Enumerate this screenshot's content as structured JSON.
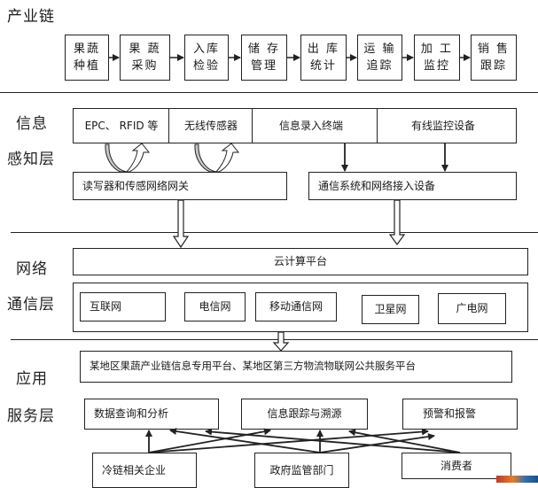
{
  "title": "产业链",
  "industry_chain": [
    {
      "line1": "果蔬",
      "line2": "种植"
    },
    {
      "line1": "果 蔬",
      "line2": "采购"
    },
    {
      "line1": "入库",
      "line2": "检验"
    },
    {
      "line1": "储 存",
      "line2": "管理"
    },
    {
      "line1": "出 库",
      "line2": "统计"
    },
    {
      "line1": "运 输",
      "line2": "追踪"
    },
    {
      "line1": "加 工",
      "line2": "监控"
    },
    {
      "line1": "销 售",
      "line2": "跟踪"
    }
  ],
  "perception_layer": {
    "label_line1": "信息",
    "label_line2": "感知层",
    "devices": [
      "EPC、 RFID 等",
      "无线传感器",
      "信息录入终端",
      "有线监控设备"
    ],
    "gateway": "读写器和传感网络网关",
    "access": "通信系统和网络接入设备"
  },
  "network_layer": {
    "label_line1": "网络",
    "label_line2": "通信层",
    "cloud": "云计算平台",
    "networks": [
      "互联网",
      "电信网",
      "移动通信网",
      "卫星网",
      "广电网"
    ]
  },
  "application_layer": {
    "label_line1": "应用",
    "label_line2": "服务层",
    "platform": "某地区果蔬产业链信息专用平台、某地区第三方物流物联网公共服务平台",
    "services": [
      "数据查询和分析",
      "信息跟踪与溯源",
      "预警和报警"
    ],
    "users": [
      "冷链相关企业",
      "政府监管部门",
      "消费者"
    ]
  },
  "colors": {
    "line": "#222222",
    "bidirectional_arrow_fill": "#c8c8c8"
  }
}
